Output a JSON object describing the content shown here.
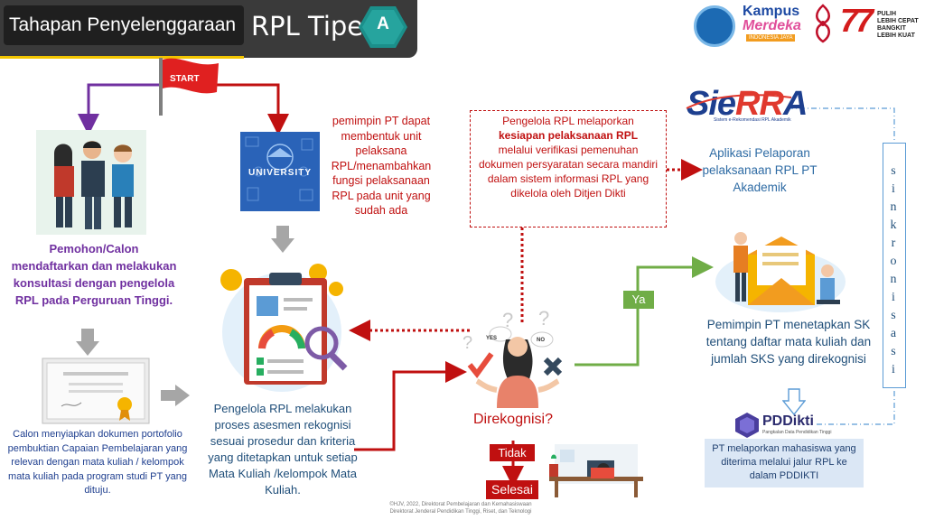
{
  "header": {
    "title": "Tahapan Penyelenggaraan",
    "rpl_label": "RPL Tipe",
    "type_badge": "A"
  },
  "logos": {
    "kampus_merdeka_line1": "Kampus",
    "kampus_merdeka_line2": "Merdeka",
    "kampus_merdeka_tagline": "INDONESIA JAYA",
    "anniversary": "77",
    "slogan": [
      "PULIH",
      "LEBIH CEPAT",
      "BANGKIT",
      "LEBIH KUAT"
    ],
    "university_badge": "UNIVERSITY",
    "sierra": "SieRRA",
    "sierra_sub": "Sistem e-Rekomendasi RPL Akademik",
    "pddikti": "PDDikti",
    "pddikti_sub": "Pangkalan Data Pendidikan Tinggi"
  },
  "flow": {
    "start_label": "START",
    "applicant_text": "Pemohon/Calon mendaftarkan dan melakukan konsultasi dengan pengelola RPL pada Perguruan Tinggi.",
    "unit_text": "pemimpin PT dapat membentuk unit pelaksana RPL/menambahkan fungsi pelaksanaan RPL pada unit yang sudah ada",
    "report_text_1": "Pengelola RPL melaporkan",
    "report_text_bold": "kesiapan pelaksanaan RPL",
    "report_text_2": "melalui verifikasi pemenuhan dokumen persyaratan secara mandiri dalam sistem informasi RPL yang dikelola oleh Ditjen Dikti",
    "sierra_text": "Aplikasi Pelaporan pelaksanaan RPL PT Akademik",
    "sinkronisasi": [
      "s",
      "i",
      "n",
      "k",
      "r",
      "o",
      "n",
      "i",
      "s",
      "a",
      "s",
      "i"
    ],
    "portfolio_text": "Calon menyiapkan dokumen portofolio pembuktian Capaian Pembelajaran yang relevan dengan mata kuliah / kelompok mata kuliah pada program studi PT yang dituju.",
    "assessment_text": "Pengelola RPL melakukan proses asesmen rekognisi sesuai prosedur dan kriteria yang ditetapkan untuk setiap Mata Kuliah /kelompok Mata Kuliah.",
    "decision_label": "Direkognisi?",
    "yes_label": "Ya",
    "no_label": "Tidak",
    "done_label": "Selesai",
    "sk_text": "Pemimpin PT menetapkan SK tentang daftar mata kuliah dan jumlah SKS yang direkognisi",
    "pddikti_text": "PT melaporkan mahasiswa yang diterima melalui jalur RPL ke dalam PDDIKTI",
    "bubble_yes": "YES",
    "bubble_no": "NO"
  },
  "footer": {
    "line1": "©HJV, 2022, Direktorat Pembelajaran dan Kemahasiswaan",
    "line2": "Direktorat Jenderal Pendidikan Tinggi, Riset, dan Teknologi"
  },
  "colors": {
    "red": "#c01010",
    "purple": "#7030a0",
    "green": "#70ad47",
    "blue": "#2e6ba4",
    "gray_arrow": "#a6a6a6"
  }
}
